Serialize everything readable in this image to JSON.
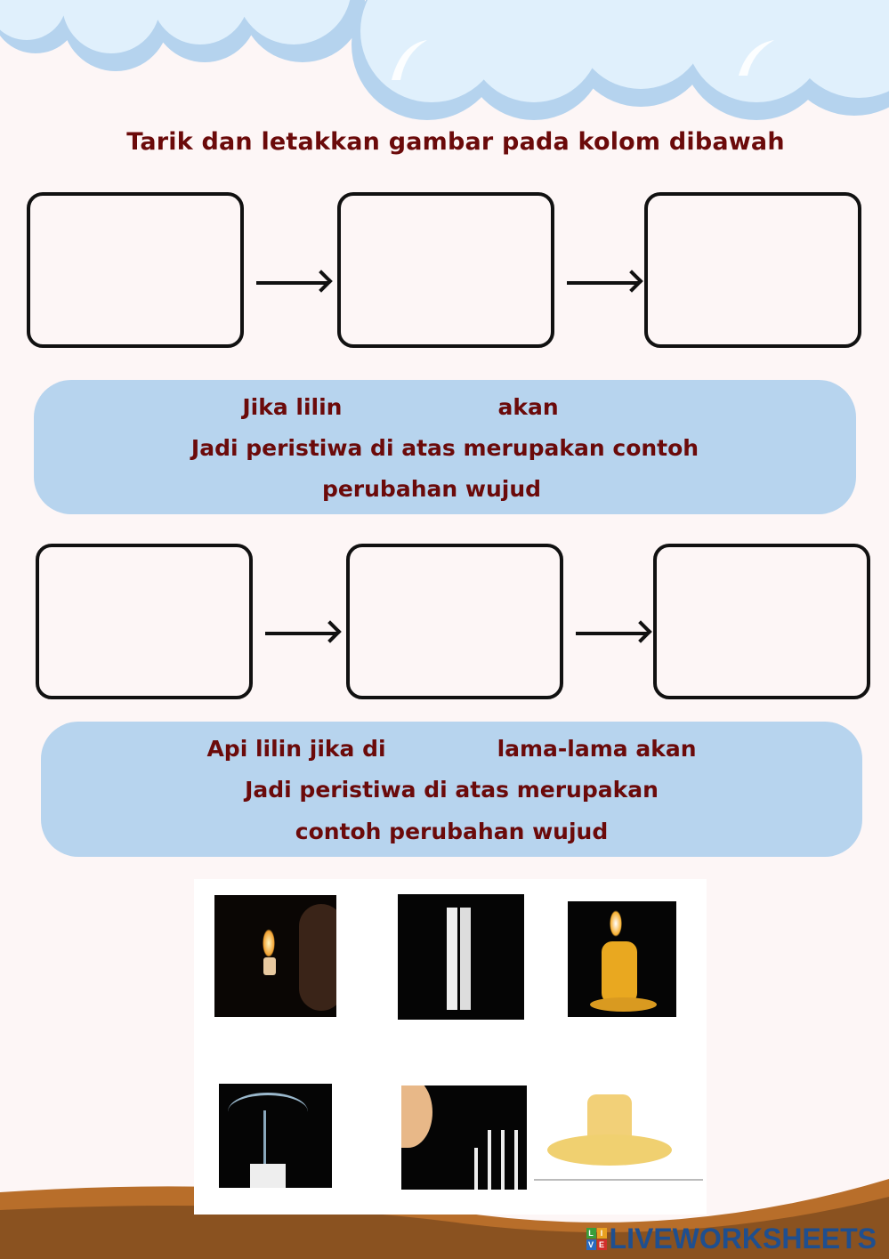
{
  "instruction": "Tarik dan letakkan gambar pada kolom dibawah",
  "section1": {
    "line1_a": "Jika lilin",
    "line1_b": "akan",
    "line2": "Jadi peristiwa di atas merupakan contoh",
    "line3": "perubahan wujud"
  },
  "section2": {
    "line1_a": "Api lilin jika di",
    "line1_b": "lama-lama akan",
    "line2": "Jadi peristiwa di atas merupakan",
    "line3": "contoh perubahan wujud"
  },
  "images": [
    {
      "icon": "lighting-candle-match"
    },
    {
      "icon": "white-candles"
    },
    {
      "icon": "burning-melting-candle"
    },
    {
      "icon": "extinguished-candle-smoke"
    },
    {
      "icon": "blowing-candles"
    },
    {
      "icon": "melted-wax"
    }
  ],
  "logo": {
    "text": "LIVEWORKSHEETS",
    "letters": [
      "L",
      "I",
      "V",
      "E"
    ]
  },
  "colors": {
    "text": "#6b0a0a",
    "panel": "#b7d4ee",
    "background": "#fdf6f6",
    "ground": "#8a5220"
  }
}
